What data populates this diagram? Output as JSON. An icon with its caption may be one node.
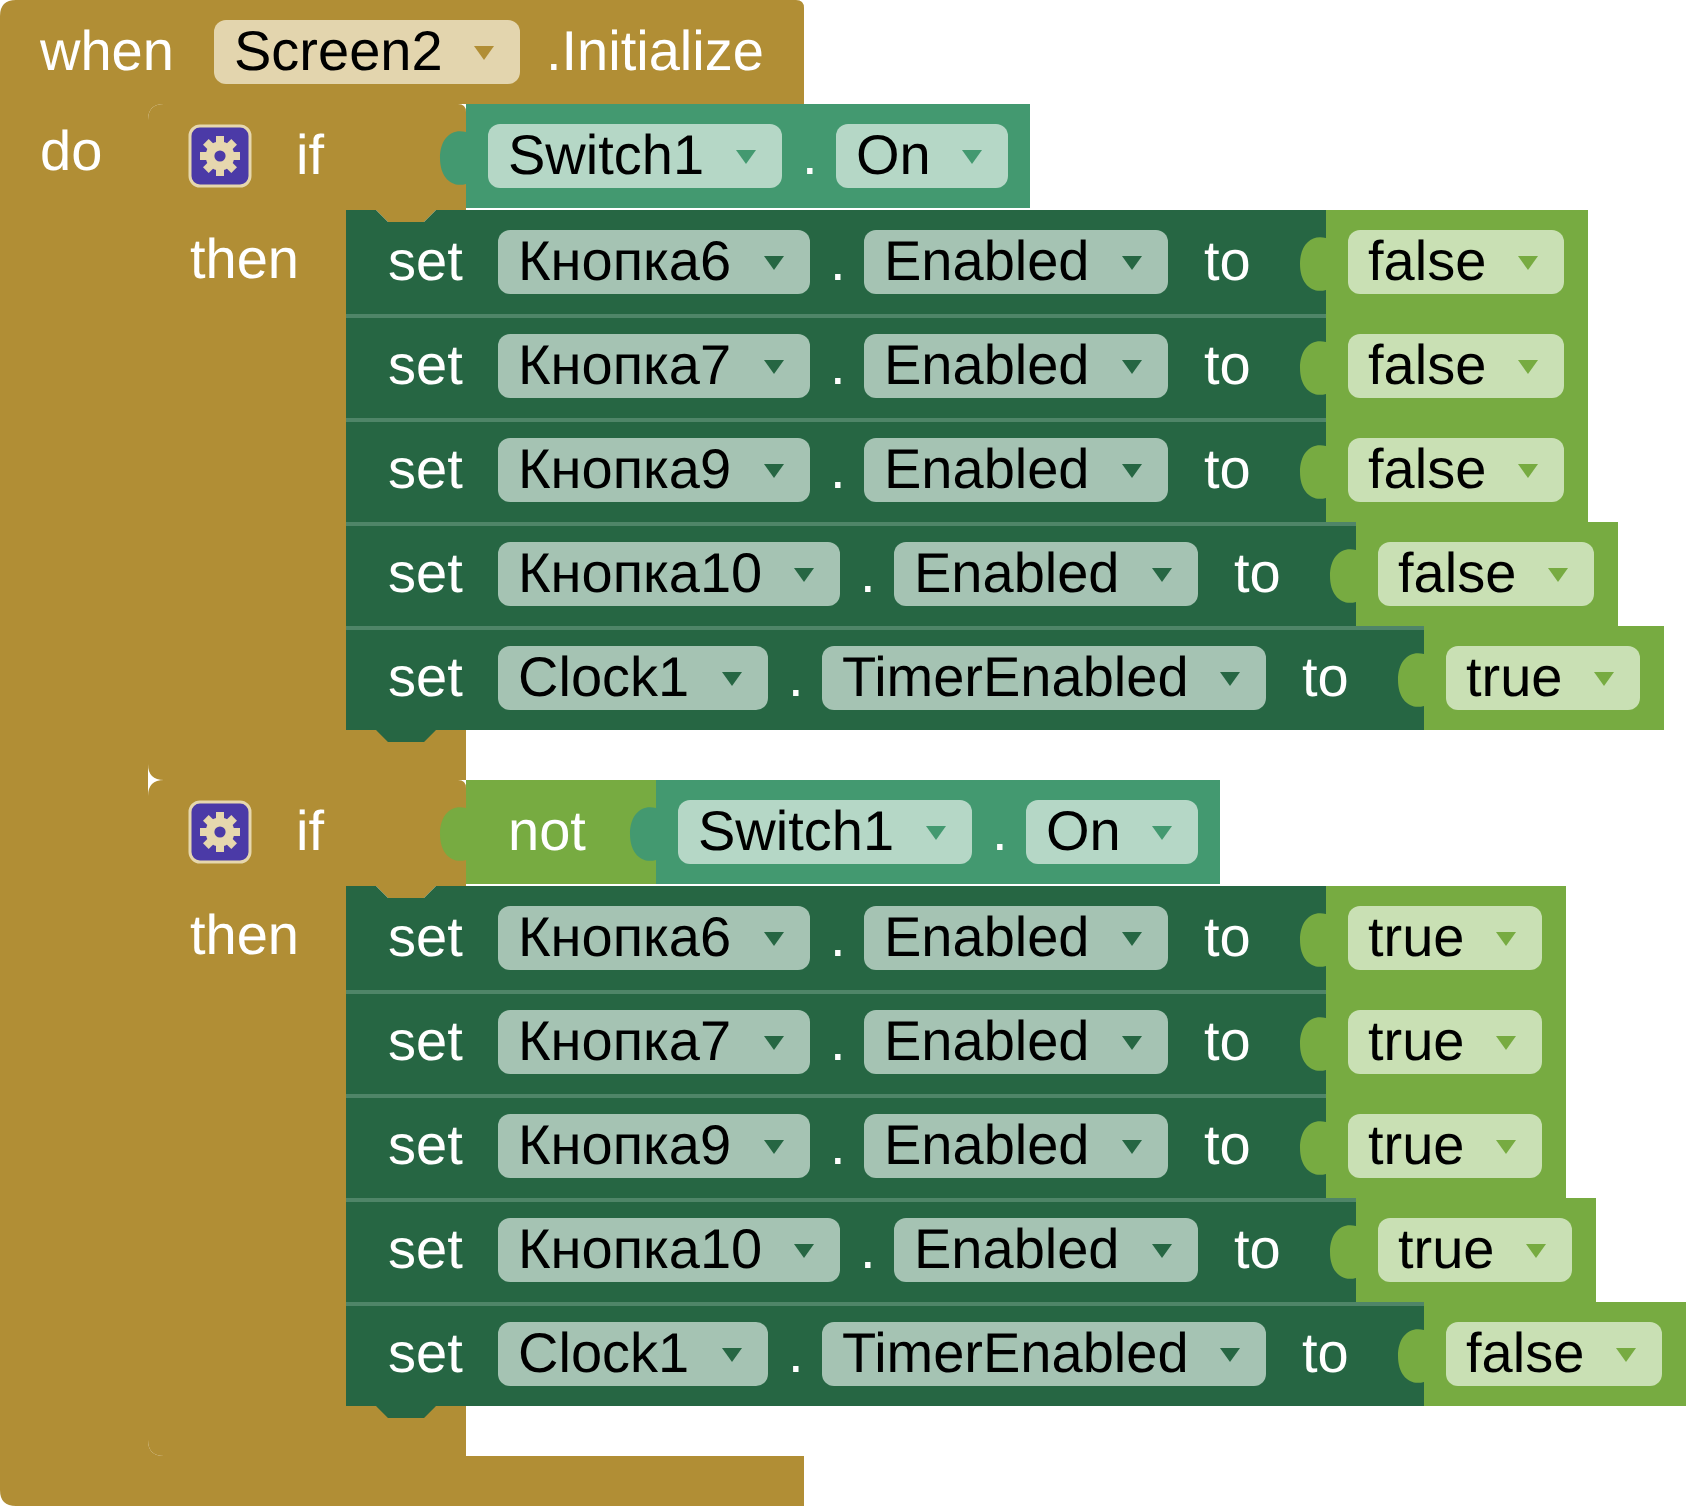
{
  "diagram": {
    "nodes": [
      {
        "text": [
          "when",
          ".Initialize",
          "do"
        ]
      },
      {
        "text": [
          "Screen2"
        ],
        "in": 0
      },
      {
        "text": [
          "if",
          "then"
        ],
        "in": 0
      },
      {
        "text": [
          "."
        ]
      },
      {
        "text": [
          "Switch1"
        ],
        "in": 3
      },
      {
        "text": [
          "On"
        ],
        "in": 3
      },
      {
        "text": [
          "set",
          ".",
          "to"
        ]
      },
      {
        "text": [
          "Кнопка6"
        ],
        "in": 6
      },
      {
        "text": [
          "Enabled"
        ],
        "in": 6
      },
      {
        "text": [],
        "shape": "box"
      },
      {
        "text": [
          "false"
        ],
        "in": 9
      },
      {
        "text": [
          "set",
          ".",
          "to"
        ]
      },
      {
        "text": [
          "Кнопка7"
        ],
        "in": 11
      },
      {
        "text": [
          "Enabled"
        ],
        "in": 11
      },
      {
        "text": [],
        "shape": "box"
      },
      {
        "text": [
          "false"
        ],
        "in": 14
      },
      {
        "text": [
          "set",
          ".",
          "to"
        ]
      },
      {
        "text": [
          "Кнопка9"
        ],
        "in": 16
      },
      {
        "text": [
          "Enabled"
        ],
        "in": 16
      },
      {
        "text": [],
        "shape": "box"
      },
      {
        "text": [
          "false"
        ],
        "in": 19
      },
      {
        "text": [
          "set",
          ".",
          "to"
        ]
      },
      {
        "text": [
          "Кнопка10"
        ],
        "in": 21
      },
      {
        "text": [
          "Enabled"
        ],
        "in": 21
      },
      {
        "text": [],
        "shape": "box"
      },
      {
        "text": [
          "false"
        ],
        "in": 24
      },
      {
        "text": [
          "set",
          ".",
          "to"
        ]
      },
      {
        "text": [
          "Clock1"
        ],
        "in": 26
      },
      {
        "text": [
          "TimerEnabled"
        ],
        "in": 26
      },
      {
        "text": [],
        "shape": "box"
      },
      {
        "text": [
          "true"
        ],
        "in": 29
      },
      {
        "text": [
          "if",
          "then"
        ],
        "in": 0
      },
      {
        "text": [
          "not"
        ]
      },
      {
        "text": [
          "."
        ]
      },
      {
        "text": [
          "Switch1"
        ],
        "in": 33
      },
      {
        "text": [
          "On"
        ],
        "in": 33
      },
      {
        "text": [
          "set",
          ".",
          "to"
        ]
      },
      {
        "text": [
          "Кнопка6"
        ],
        "in": 36
      },
      {
        "text": [
          "Enabled"
        ],
        "in": 36
      },
      {
        "text": [],
        "shape": "box"
      },
      {
        "text": [
          "true"
        ],
        "in": 39
      },
      {
        "text": [
          "set",
          ".",
          "to"
        ]
      },
      {
        "text": [
          "Кнопка7"
        ],
        "in": 41
      },
      {
        "text": [
          "Enabled"
        ],
        "in": 41
      },
      {
        "text": [],
        "shape": "box"
      },
      {
        "text": [
          "true"
        ],
        "in": 44
      },
      {
        "text": [
          "set",
          ".",
          "to"
        ]
      },
      {
        "text": [
          "Кнопка9"
        ],
        "in": 46
      },
      {
        "text": [
          "Enabled"
        ],
        "in": 46
      },
      {
        "text": [],
        "shape": "box"
      },
      {
        "text": [
          "true"
        ],
        "in": 49
      },
      {
        "text": [
          "set",
          ".",
          "to"
        ]
      },
      {
        "text": [
          "Кнопка10"
        ],
        "in": 51
      },
      {
        "text": [
          "Enabled"
        ],
        "in": 51
      },
      {
        "text": [],
        "shape": "box"
      },
      {
        "text": [
          "true"
        ],
        "in": 54
      },
      {
        "text": [
          "set",
          ".",
          "to"
        ]
      },
      {
        "text": [
          "Clock1"
        ],
        "in": 56
      },
      {
        "text": [
          "TimerEnabled"
        ],
        "in": 56
      },
      {
        "text": [],
        "shape": "box"
      },
      {
        "text": [
          "false"
        ],
        "in": 59
      }
    ]
  }
}
